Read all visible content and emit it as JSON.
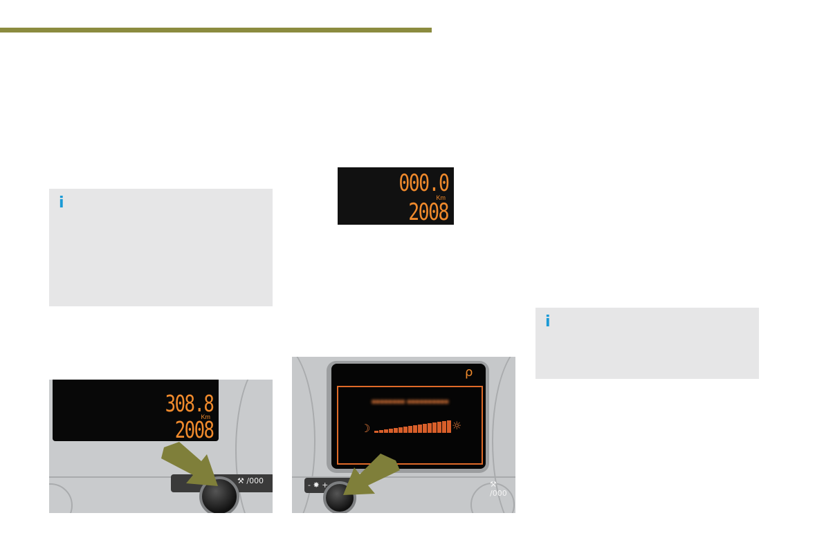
{
  "header": {
    "rule_color": "#8b8b3f"
  },
  "info_boxes": [
    {
      "icon": "info-icon",
      "symbol": "i",
      "icon_color": "#1a9ad6"
    },
    {
      "icon": "info-icon",
      "symbol": "i",
      "icon_color": "#1a9ad6"
    }
  ],
  "odometer_display": {
    "trip": "000.0",
    "unit": "Km",
    "total": "2008",
    "digit_color": "#f08a2c"
  },
  "photo_service_button": {
    "trip": "308.8",
    "unit": "Km",
    "total": "2008",
    "button_label": "⚒ /000",
    "arrow_color": "#7f7f3a"
  },
  "photo_brightness": {
    "status_symbol": "ρ",
    "moon_symbol": "☽",
    "sun_symbol": "☼",
    "left_button_label": "- ✸ +",
    "right_button_label": "⚒ /000",
    "arrow_color": "#7f7f3a",
    "level_fraction": 1.0
  }
}
